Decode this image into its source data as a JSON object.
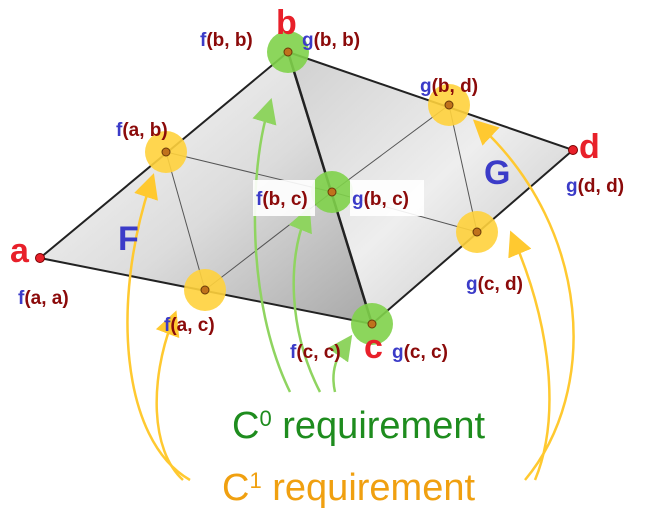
{
  "vertices": {
    "a": "a",
    "b": "b",
    "c": "c",
    "d": "d"
  },
  "faces": {
    "F": "F",
    "G": "G"
  },
  "labels": {
    "f_bb_fn": "f",
    "f_bb_args": "(b, b)",
    "g_bb_fn": "g",
    "g_bb_args": "(b, b)",
    "f_ab_fn": "f",
    "f_ab_args": "(a, b)",
    "g_bd_fn": "g",
    "g_bd_args": "(b, d)",
    "f_bc_fn": "f",
    "f_bc_args": "(b, c)",
    "g_bc_fn": "g",
    "g_bc_args": "(b, c)",
    "g_dd_fn": "g",
    "g_dd_args": "(d, d)",
    "f_aa_fn": "f",
    "f_aa_args": "(a, a)",
    "g_cd_fn": "g",
    "g_cd_args": "(c, d)",
    "f_ac_fn": "f",
    "f_ac_args": "(a, c)",
    "f_cc_fn": "f",
    "f_cc_args": "(c, c)",
    "g_cc_fn": "g",
    "g_cc_args": "(c, c)"
  },
  "captions": {
    "c0_base": "C",
    "c0_sup": "0",
    "c0_text": " requirement",
    "c1_base": "C",
    "c1_sup": "1",
    "c1_text": " requirement"
  },
  "colors": {
    "vertex_red": "#e8202a",
    "f_blue": "#3b3bc8",
    "args_darkred": "#8b0a0a",
    "c0_green": "#1e8c1e",
    "c1_orange": "#f0a010",
    "green_marker": "#7fd14a",
    "yellow_marker": "#ffd23c",
    "arrow_green": "#8fd460",
    "arrow_yellow": "#ffc930"
  }
}
